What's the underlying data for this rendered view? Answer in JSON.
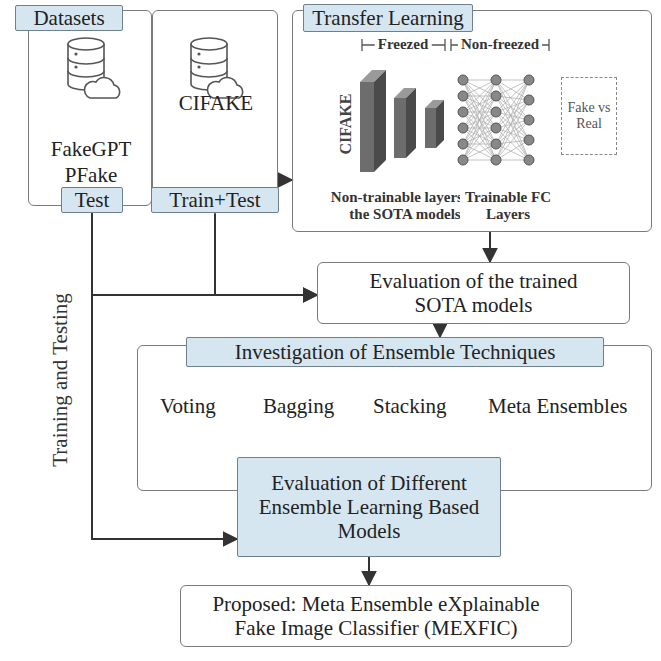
{
  "diagram": {
    "nodes": [
      {
        "text": [
          "Datasets",
          "FakeGPT",
          "PFake"
        ]
      },
      {
        "text": [
          "Test"
        ],
        "in": 0
      },
      {
        "text": [
          "CIFAKE"
        ]
      },
      {
        "text": [
          "Train+Test"
        ],
        "in": 2
      },
      {
        "text": [
          "Transfer Learning"
        ]
      },
      {
        "text": [
          "Fake vs Real"
        ],
        "in": 4
      },
      {
        "text": [
          "Evaluation of the trained SOTA models"
        ]
      },
      {
        "text": [
          "Investigation of Ensemble Techniques",
          "Voting",
          "Bagging",
          "Stacking",
          "Meta Ensembles"
        ]
      },
      {
        "text": [
          "Evaluation of Different Ensemble Learning Based Models"
        ]
      },
      {
        "text": [
          "Proposed: Meta Ensemble eXplainable Fake Image Classifier (MEXFIC)"
        ]
      }
    ],
    "edges": [
      {
        "from": 2,
        "to": 4,
        "arrow": "to"
      },
      {
        "from": 4,
        "to": 6,
        "arrow": "to"
      },
      {
        "from": 1,
        "to": 6,
        "arrow": "to"
      },
      {
        "from": 3,
        "to": 6,
        "arrow": "to"
      },
      {
        "from": 1,
        "to": 8,
        "arrow": "to"
      },
      {
        "from": 6,
        "to": 7,
        "arrow": "to"
      },
      {
        "from": 8,
        "to": 9,
        "arrow": "to"
      }
    ],
    "labels": [
      "Freezed",
      "Non-freezed",
      "CIFAKE",
      "Non-trainable layers of the SOTA models",
      "Trainable FC Layers",
      "Training and Testing"
    ]
  }
}
